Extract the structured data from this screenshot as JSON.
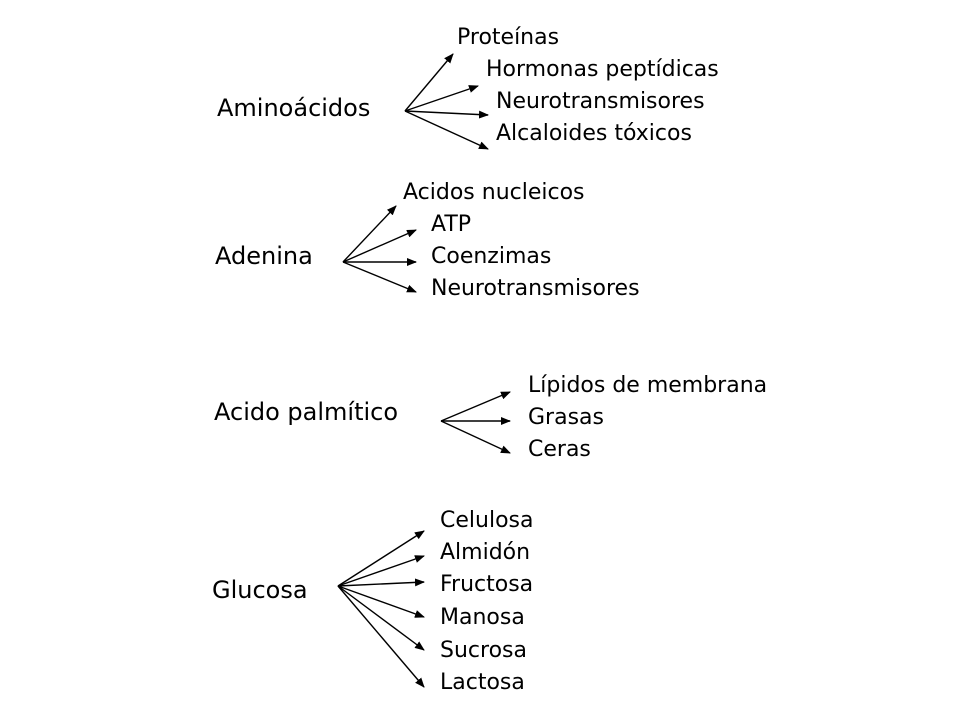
{
  "groups": [
    {
      "source": "Aminoácidos",
      "products": [
        "Proteínas",
        "Hormonas peptídicas",
        "Neurotransmisores",
        "Alcaloides tóxicos"
      ]
    },
    {
      "source": "Adenina",
      "products": [
        "Acidos nucleicos",
        "ATP",
        "Coenzimas",
        "Neurotransmisores"
      ]
    },
    {
      "source": "Acido palmítico",
      "products": [
        "Lípidos de membrana",
        "Grasas",
        "Ceras"
      ]
    },
    {
      "source": "Glucosa",
      "products": [
        "Celulosa",
        "Almidón",
        "Fructosa",
        "Manosa",
        "Sucrosa",
        "Lactosa"
      ]
    }
  ],
  "colors": {
    "text": "#000000",
    "arrow": "#000000",
    "background": "#ffffff"
  }
}
